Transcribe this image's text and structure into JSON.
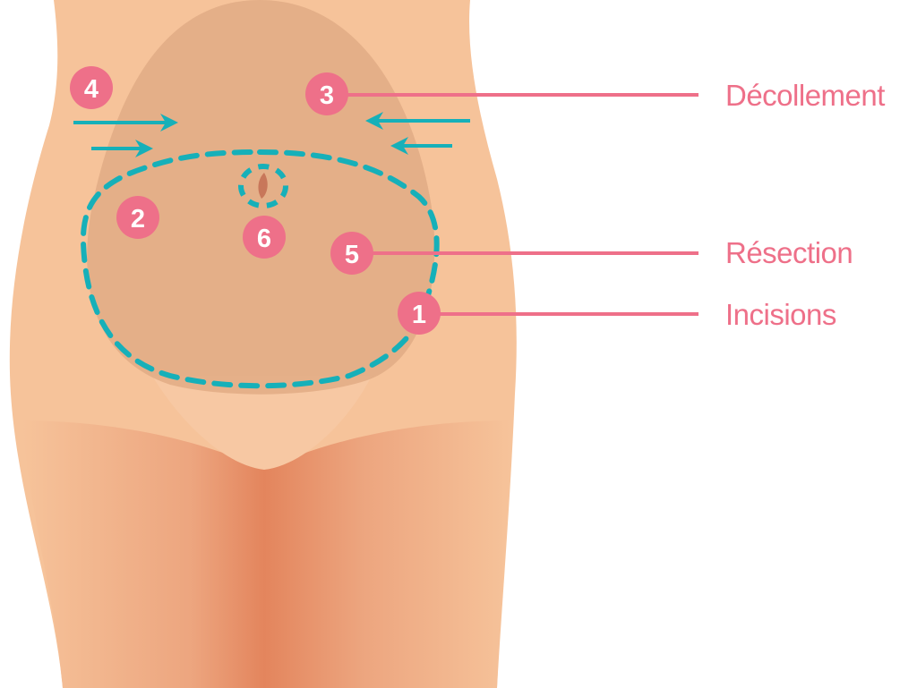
{
  "colors": {
    "skin": "#f6c39a",
    "belly": "#e2ad86",
    "accent_pink": "#ee7089",
    "dash_teal": "#16b0b9"
  },
  "markers": [
    {
      "number": "1"
    },
    {
      "number": "2"
    },
    {
      "number": "3"
    },
    {
      "number": "4"
    },
    {
      "number": "5"
    },
    {
      "number": "6"
    }
  ],
  "labels": {
    "decollement": "Décollement",
    "resection": "Résection",
    "incisions": "Incisions"
  }
}
